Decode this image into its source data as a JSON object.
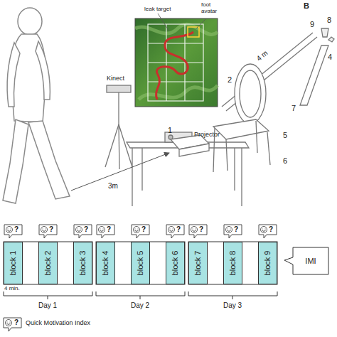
{
  "diagram": {
    "nodes": [
      {
        "text": [
          "block 1"
        ]
      },
      {
        "text": [
          "block 2"
        ]
      },
      {
        "text": [
          "block 3"
        ]
      },
      {
        "text": [
          "block 4"
        ]
      },
      {
        "text": [
          "block 5"
        ]
      },
      {
        "text": [
          "block 6"
        ]
      },
      {
        "text": [
          "block 7"
        ]
      },
      {
        "text": [
          "block 8"
        ]
      },
      {
        "text": [
          "block 9"
        ]
      },
      {
        "text": [
          "IMI"
        ]
      }
    ],
    "labels": [
      "leak target",
      "foot avatar",
      "Kinect",
      "Projector",
      "3m",
      "B",
      "9",
      "8",
      "2",
      "4 m",
      "4",
      "1",
      "7",
      "5",
      "6",
      "4 min.",
      "Day 1",
      "Day 2",
      "Day 3",
      "?",
      "?",
      "?",
      "?",
      "?",
      "?",
      "?",
      "?",
      "?",
      "?"
    ],
    "legend": [
      {
        "text": "Quick Motivation Index"
      }
    ]
  }
}
